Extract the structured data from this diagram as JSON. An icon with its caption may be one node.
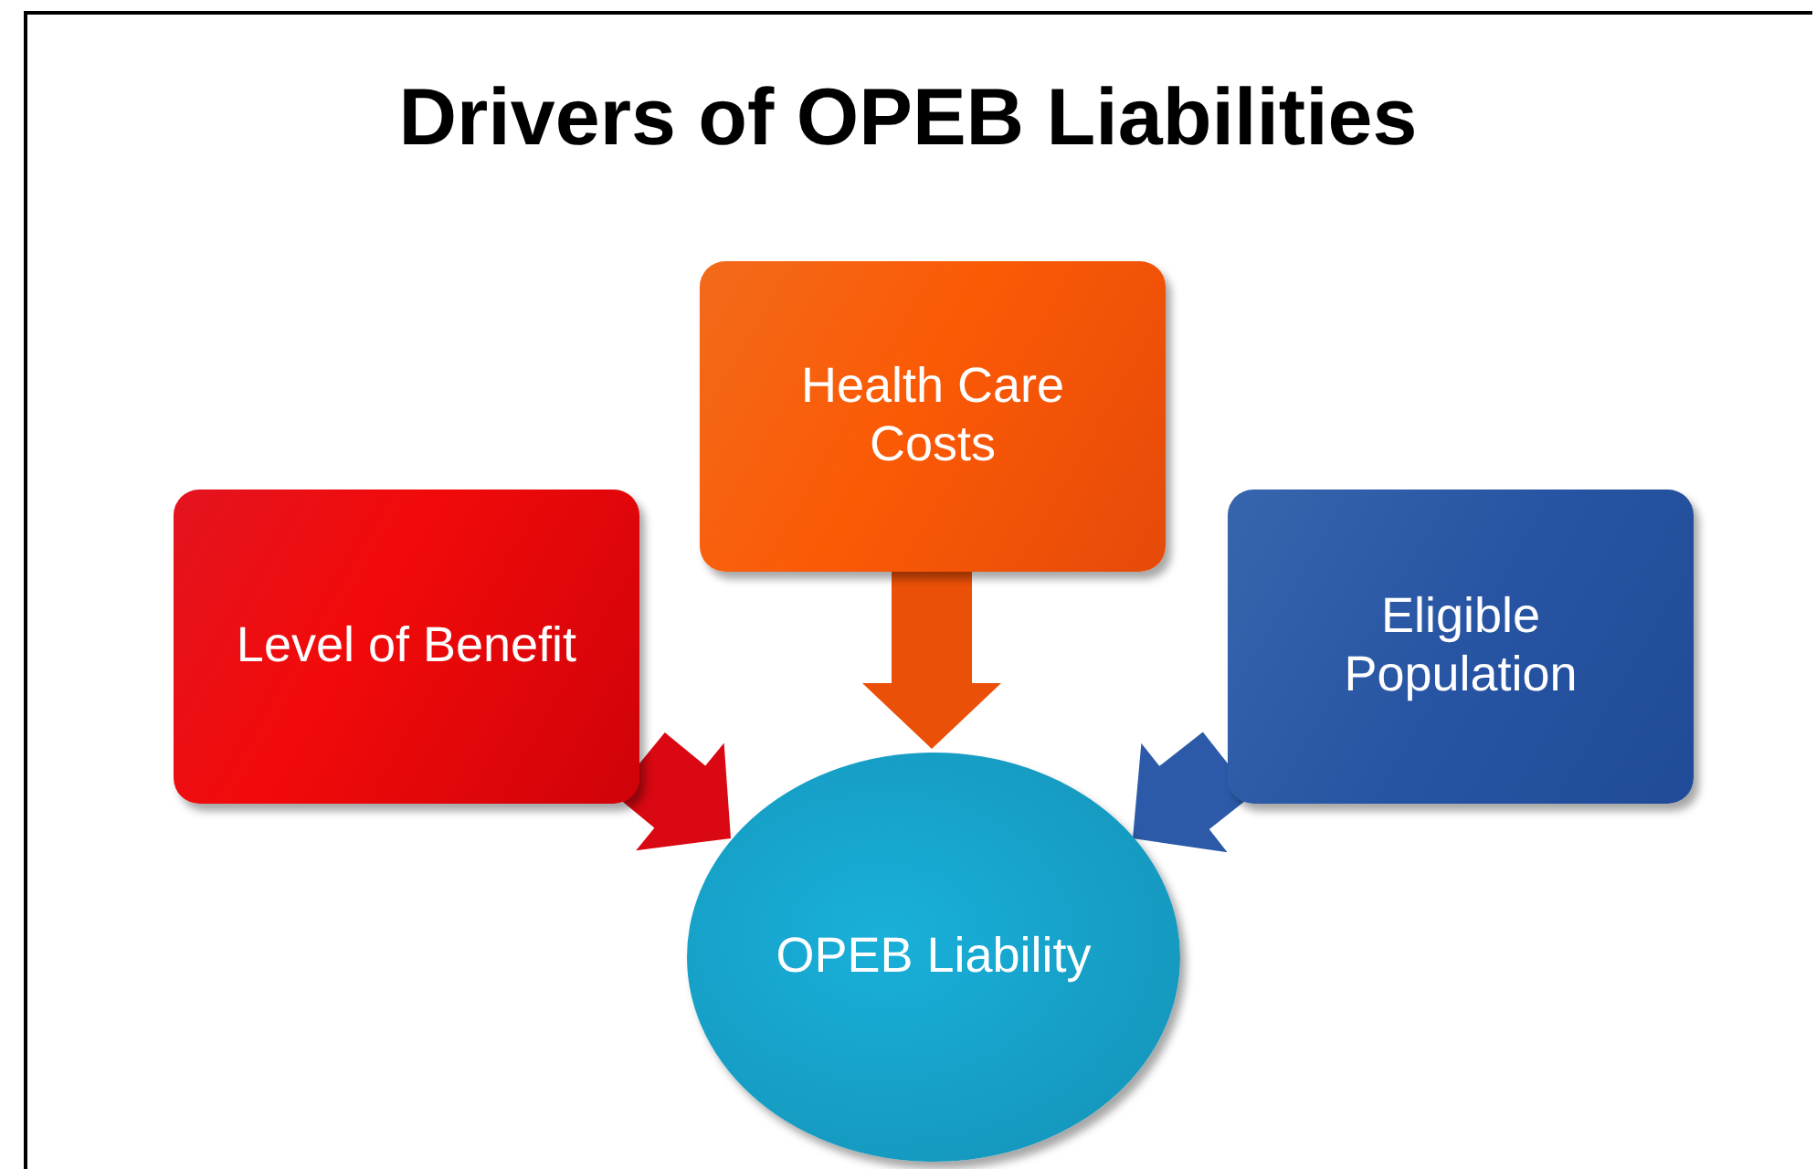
{
  "diagram": {
    "title": "Drivers of OPEB Liabilities",
    "nodes": [
      {
        "text": [
          "Health Care Costs"
        ]
      },
      {
        "text": [
          "Level of Benefit"
        ]
      },
      {
        "text": [
          "Eligible Population"
        ]
      },
      {
        "text": [
          "OPEB Liability"
        ]
      }
    ],
    "edges": [
      {
        "from": 0,
        "to": 3,
        "arrow": "to",
        "style": "thick",
        "color": "#ea5008"
      },
      {
        "from": 1,
        "to": 3,
        "arrow": "to",
        "style": "thick",
        "color": "#d90812"
      },
      {
        "from": 2,
        "to": 3,
        "arrow": "to",
        "style": "thick",
        "color": "#2c5aa8"
      }
    ]
  }
}
